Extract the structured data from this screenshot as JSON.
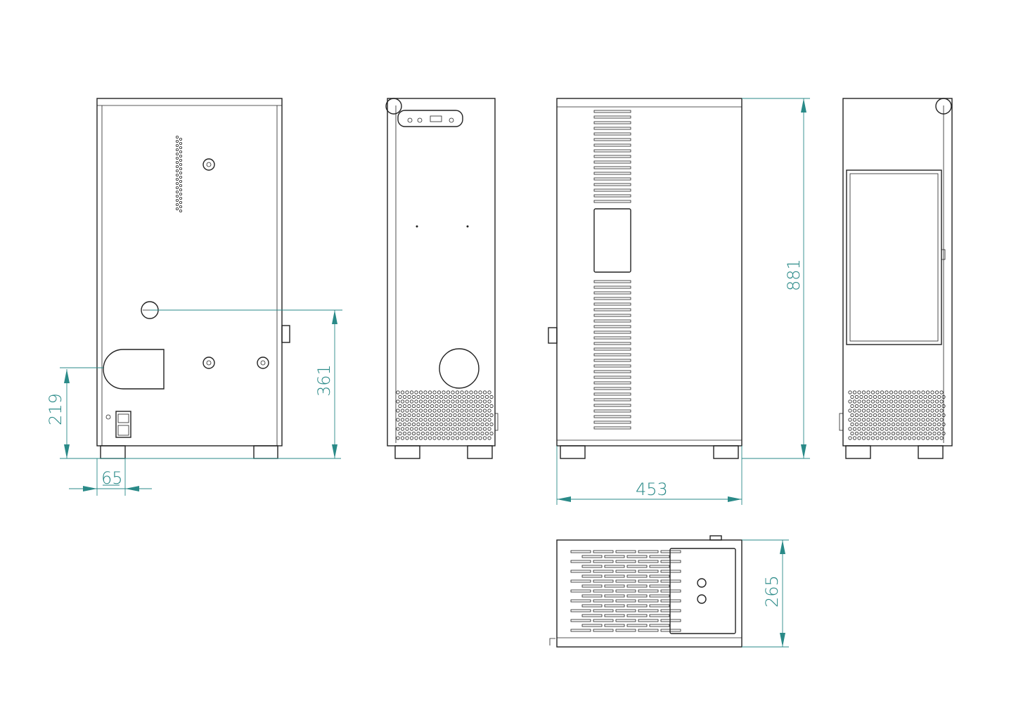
{
  "title": "Stove dimension drawing",
  "dimensions": {
    "back_outlet_height": "219",
    "back_outlet_offset": "65",
    "back_inlet_height": "361",
    "width": "453",
    "height": "881",
    "depth": "265"
  },
  "colors": {
    "dimension": "#2a8a88",
    "line": "#222222"
  }
}
